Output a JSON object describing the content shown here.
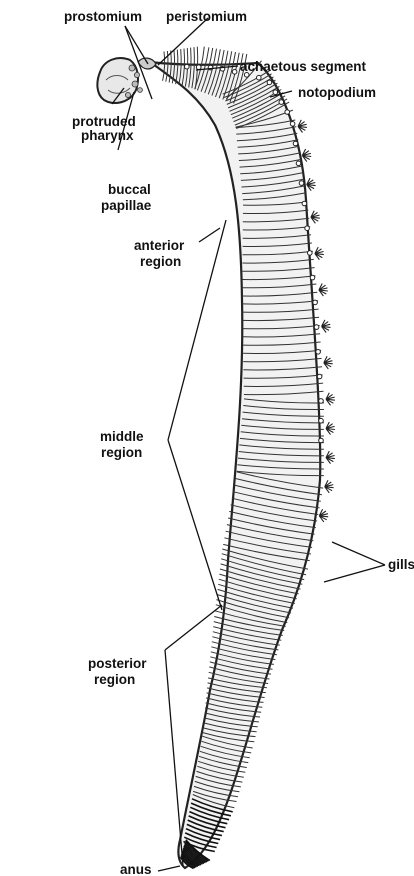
{
  "labels": {
    "prostomium": "prostomium",
    "peristomium": "peristomium",
    "achaetous_segment": "achaetous segment",
    "notopodium": "notopodium",
    "protruded_pharynx_line1": "protruded",
    "protruded_pharynx_line2": "pharynx",
    "buccal_papillae_line1": "buccal",
    "buccal_papillae_line2": "papillae",
    "anterior_region_line1": "anterior",
    "anterior_region_line2": "region",
    "middle_region_line1": "middle",
    "middle_region_line2": "region",
    "gills": "gills",
    "posterior_region_line1": "posterior",
    "posterior_region_line2": "region",
    "anus": "anus"
  },
  "colors": {
    "ink": "#111111",
    "body_fill": "#f2f2f2",
    "background": "#ffffff"
  }
}
